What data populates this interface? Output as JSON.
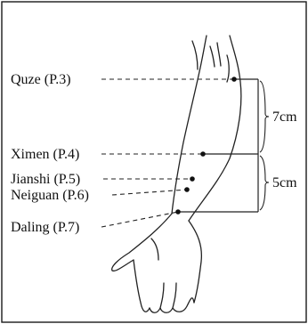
{
  "points": [
    {
      "label": "Quze (P.3)"
    },
    {
      "label": "Ximen (P.4)"
    },
    {
      "label": "Jianshi (P.5)"
    },
    {
      "label": "Neiguan (P.6)"
    },
    {
      "label": "Daling (P.7)"
    }
  ],
  "distances": {
    "upper": "7cm",
    "lower": "5cm"
  }
}
